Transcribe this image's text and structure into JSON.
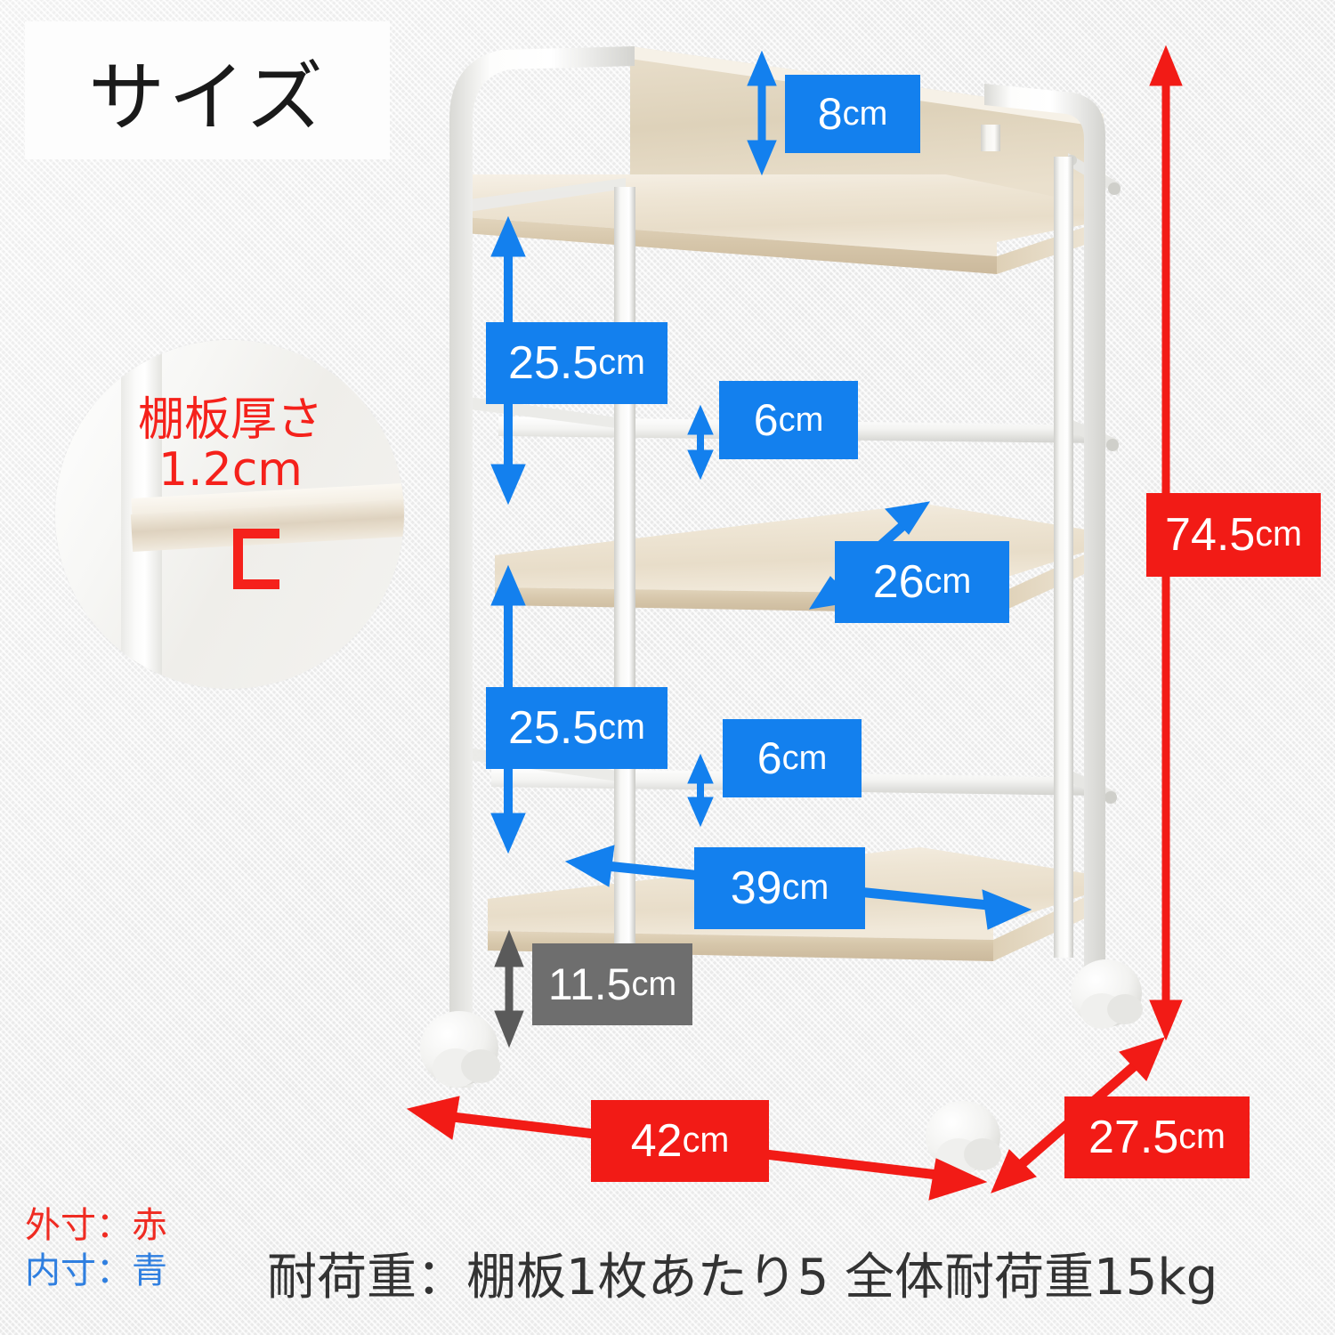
{
  "title": {
    "text": "サイズ"
  },
  "inset": {
    "label": "棚板厚さ\n1.2cm",
    "bracket_icon": "bracket-icon"
  },
  "dimensions": {
    "top_rail_height": {
      "value": "8",
      "unit": "cm",
      "color": "#1380ee",
      "kind": "inner"
    },
    "upper_gap": {
      "value": "25.5",
      "unit": "cm",
      "color": "#1380ee",
      "kind": "inner"
    },
    "upper_rail_gap": {
      "value": "6",
      "unit": "cm",
      "color": "#1380ee",
      "kind": "inner"
    },
    "shelf_depth": {
      "value": "26",
      "unit": "cm",
      "color": "#1380ee",
      "kind": "inner"
    },
    "lower_gap": {
      "value": "25.5",
      "unit": "cm",
      "color": "#1380ee",
      "kind": "inner"
    },
    "lower_rail_gap": {
      "value": "6",
      "unit": "cm",
      "color": "#1380ee",
      "kind": "inner"
    },
    "shelf_width": {
      "value": "39",
      "unit": "cm",
      "color": "#1380ee",
      "kind": "inner"
    },
    "floor_clearance": {
      "value": "11.5",
      "unit": "cm",
      "color": "#6e6e6e",
      "kind": "other"
    },
    "total_height": {
      "value": "74.5",
      "unit": "cm",
      "color": "#f21b16",
      "kind": "outer"
    },
    "total_width": {
      "value": "42",
      "unit": "cm",
      "color": "#f21b16",
      "kind": "outer"
    },
    "total_depth": {
      "value": "27.5",
      "unit": "cm",
      "color": "#f21b16",
      "kind": "outer"
    }
  },
  "legend": {
    "outer": "外寸：赤",
    "inner": "内寸：青"
  },
  "caption": {
    "text": "耐荷重：棚板1枚あたり5 全体耐荷重15kg"
  },
  "colors": {
    "blue": "#1380ee",
    "red": "#f21b16",
    "gray": "#6e6e6e",
    "background": "#f1f1f1",
    "frame_white": "#fbfbfa",
    "wood": "#e6dbc6"
  }
}
